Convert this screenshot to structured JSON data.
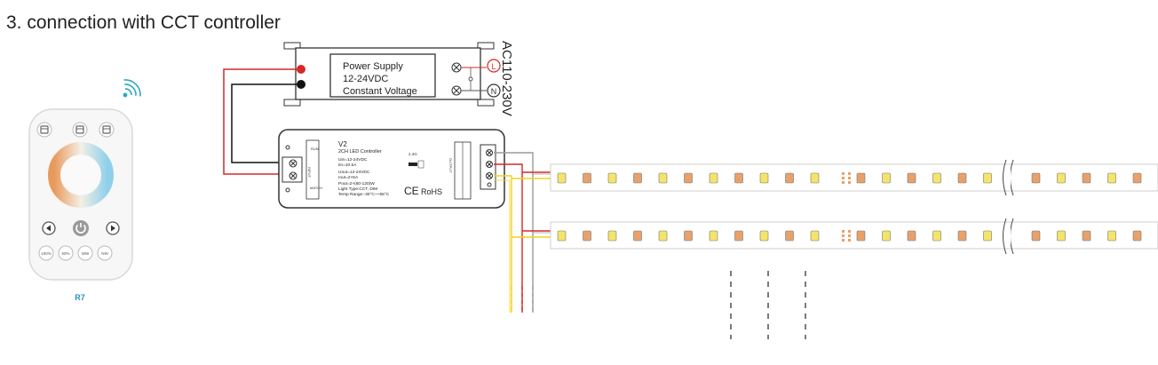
{
  "title": "3. connection with CCT controller",
  "remote": {
    "model": "R7",
    "buttons": [
      "100%",
      "50%",
      "WW",
      "NW"
    ]
  },
  "power_supply": {
    "line1": "Power Supply",
    "line2": "12-24VDC",
    "line3": "Constant Voltage",
    "ac_label": "AC110-230V",
    "live": "L",
    "neutral": "N"
  },
  "controller": {
    "name": "V2",
    "subtitle": "2CH LED Controller",
    "uin": "Uin=12-24VDC",
    "iin": "Iin=10.5A",
    "uout": "Uout=12-24VDC",
    "iout": "Iout=2×5A",
    "pout": "Pout=2×(60-120)W",
    "light_type": "Light Type:CCT, DIM",
    "temp_range": "Temp Range:-30°C~+55°C",
    "run": "RUN",
    "match": "MATCH",
    "input": "INPUT",
    "output": "OUTPUT",
    "freq": "2.4G",
    "ce": "CE",
    "rohs": "RoHS"
  },
  "colors": {
    "red": "#d62828",
    "black": "#111111",
    "yellow": "#f2d21b",
    "grey": "#9a9a9a",
    "warm_led": "#e8a16a",
    "cool_led": "#f4e46a",
    "wifi": "#2aa7c9"
  }
}
